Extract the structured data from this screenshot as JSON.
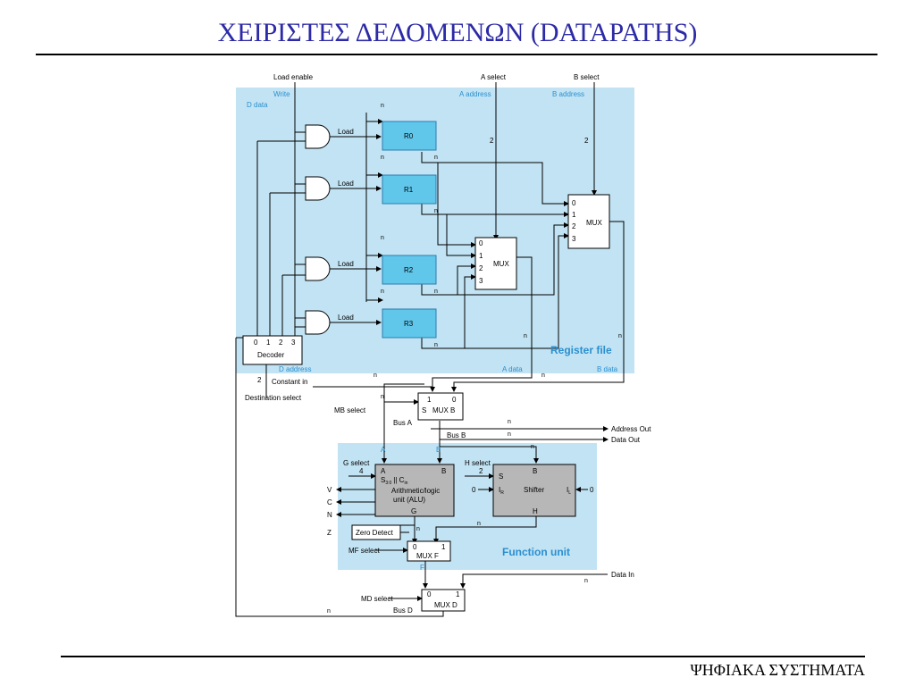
{
  "title": "ΧΕΙΡΙΣΤΕΣ ΔΕΔΟΜΕΝΩΝ (DATAPATHS)",
  "footer": "ΨΗΦΙΑΚΑ ΣΥΣΤΗΜΑΤΑ",
  "diagram": {
    "top_labels": {
      "load_enable": "Load enable",
      "a_select": "A select",
      "b_select": "B select"
    },
    "register_file": {
      "label": "Register file",
      "write": "Write",
      "d_data": "D data",
      "a_address": "A address",
      "b_address": "B address",
      "d_address": "D address",
      "a_data": "A data",
      "b_data": "B data",
      "registers": [
        "R0",
        "R1",
        "R2",
        "R3"
      ],
      "load": "Load",
      "mux_label": "MUX",
      "mux_inputs": [
        "0",
        "1",
        "2",
        "3"
      ],
      "decoder_label": "Decoder",
      "decoder_outputs": [
        "0",
        "1",
        "2",
        "3"
      ],
      "width_n": "n",
      "width_2": "2"
    },
    "destination_select": "Destination select",
    "constant_in": "Constant in",
    "mb_select": "MB select",
    "mux_b": {
      "label": "MUX B",
      "s": "S",
      "in1": "1",
      "in0": "0"
    },
    "bus_a": "Bus A",
    "bus_b": "Bus B",
    "address_out": "Address Out",
    "data_out": "Data Out",
    "function_unit": {
      "label": "Function unit",
      "g_select": "G select",
      "g_width": "4",
      "h_select": "H select",
      "h_width": "2",
      "alu_line1": "Arithmetic/logic",
      "alu_line2": "unit (ALU)",
      "alu_a": "A",
      "alu_b": "B",
      "alu_g": "G",
      "alu_s": "S",
      "alu_s_sub": "3:0",
      "alu_cin": "|| C",
      "alu_cin_sub": "in",
      "shifter": "Shifter",
      "shifter_b": "B",
      "shifter_h": "H",
      "shifter_s": "S",
      "ir": "I",
      "ir_sub": "R",
      "il": "I",
      "il_sub": "L",
      "zero": "0",
      "flags": [
        "V",
        "C",
        "N",
        "Z"
      ],
      "zero_detect": "Zero Detect",
      "mf_select": "MF select",
      "mux_f": "MUX F",
      "f": "F",
      "blue_a": "A",
      "blue_b": "B"
    },
    "data_in": "Data In",
    "md_select": "MD select",
    "mux_d": "MUX D",
    "bus_d": "Bus D"
  }
}
